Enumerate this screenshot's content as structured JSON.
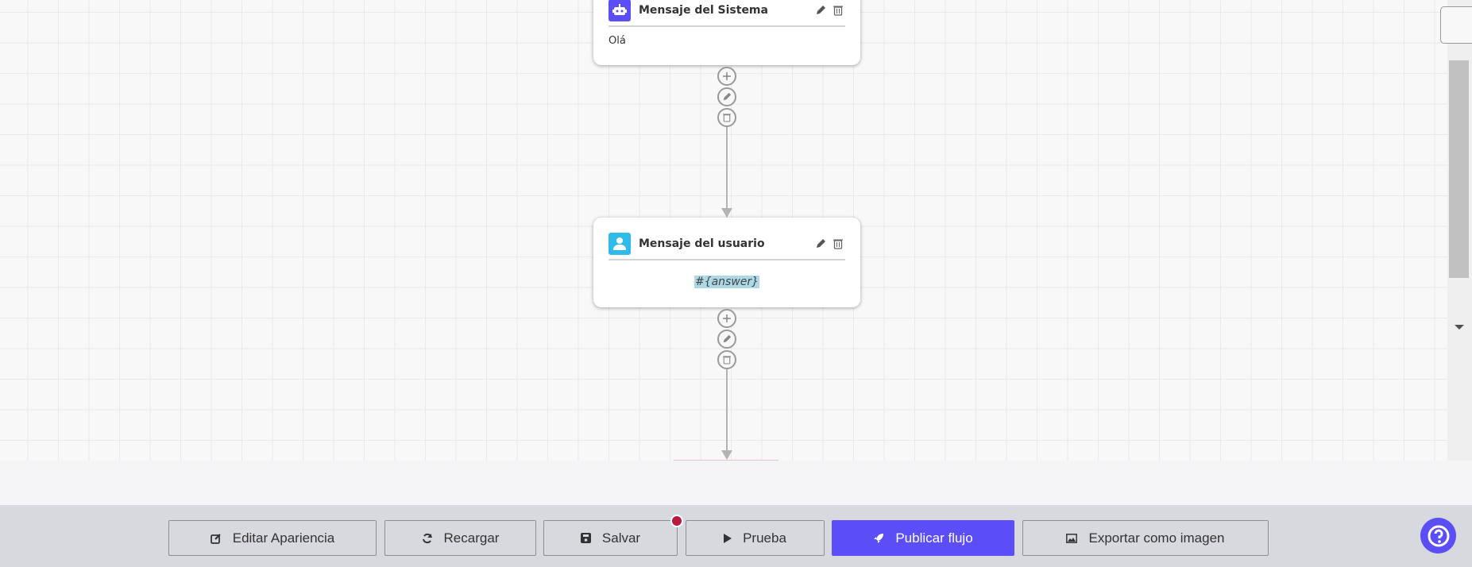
{
  "nodes": [
    {
      "type": "system",
      "title": "Mensaje del Sistema",
      "content": "Olá",
      "icon": "robot-icon",
      "icon_color": "#5b4ef7"
    },
    {
      "type": "user",
      "title": "Mensaje del usuario",
      "content": "#{answer}",
      "icon": "user-icon",
      "icon_color": "#2ebbe8"
    }
  ],
  "toolbar": {
    "edit_appearance": "Editar Apariencia",
    "reload": "Recargar",
    "save": "Salvar",
    "test": "Prueba",
    "publish": "Publicar flujo",
    "export": "Exportar como imagen"
  },
  "colors": {
    "accent": "#5b4ef7",
    "unsaved_dot": "#b71c3c"
  },
  "help": {
    "icon": "question-circle-icon"
  }
}
